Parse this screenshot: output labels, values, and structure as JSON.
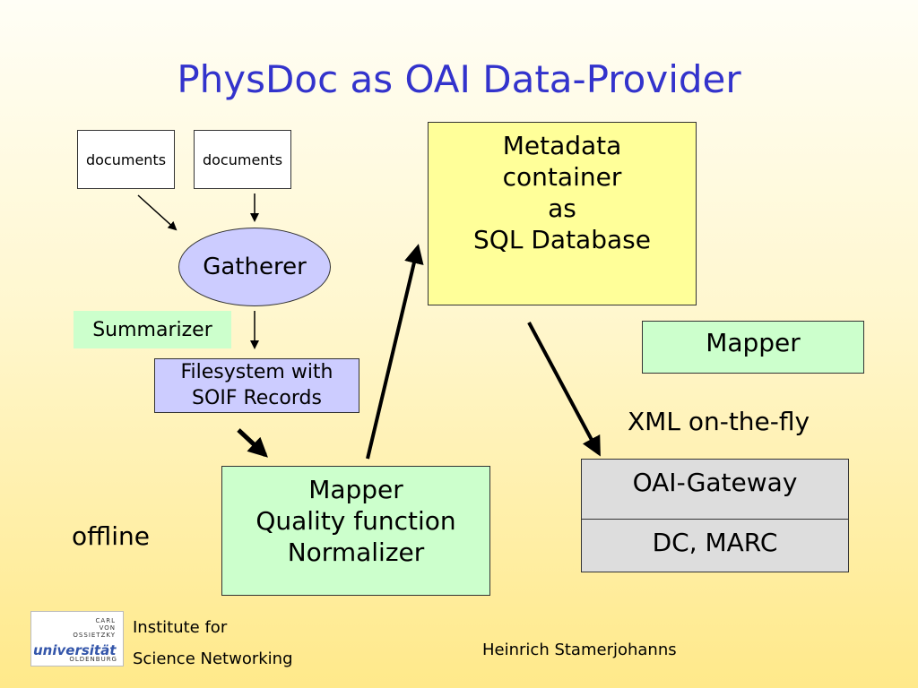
{
  "slide": {
    "title": "PhysDoc as OAI Data-Provider",
    "documents_1": "documents",
    "documents_2": "documents",
    "gatherer": "Gatherer",
    "summarizer": "Summarizer",
    "filesystem": [
      "Filesystem with",
      "SOIF Records"
    ],
    "metadata": [
      "Metadata",
      "container",
      "as",
      "SQL Database"
    ],
    "mapper_right": "Mapper",
    "xml_label": "XML on-the-fly",
    "mapper_bottom": [
      "Mapper",
      "Quality function",
      "Normalizer"
    ],
    "offline": "offline",
    "oai_gateway": "OAI-Gateway",
    "dc_marc": "DC, MARC"
  },
  "footer": {
    "institute_line1": "Institute for",
    "institute_line2": "Science Networking",
    "author": "Heinrich Stamerjohanns",
    "logo": {
      "top_line1": "CARL",
      "top_line2": "VON",
      "top_line3": "OSSIETZKY",
      "middle": "universität",
      "bottom": "OLDENBURG"
    }
  },
  "colors": {
    "title": "#3333cc",
    "metadata_fill": "#ffff99",
    "mapper_fill": "#ccffcc",
    "filesystem_fill": "#ccccff",
    "gatherer_fill": "#ccccff",
    "gateway_fill": "#dddddd"
  }
}
